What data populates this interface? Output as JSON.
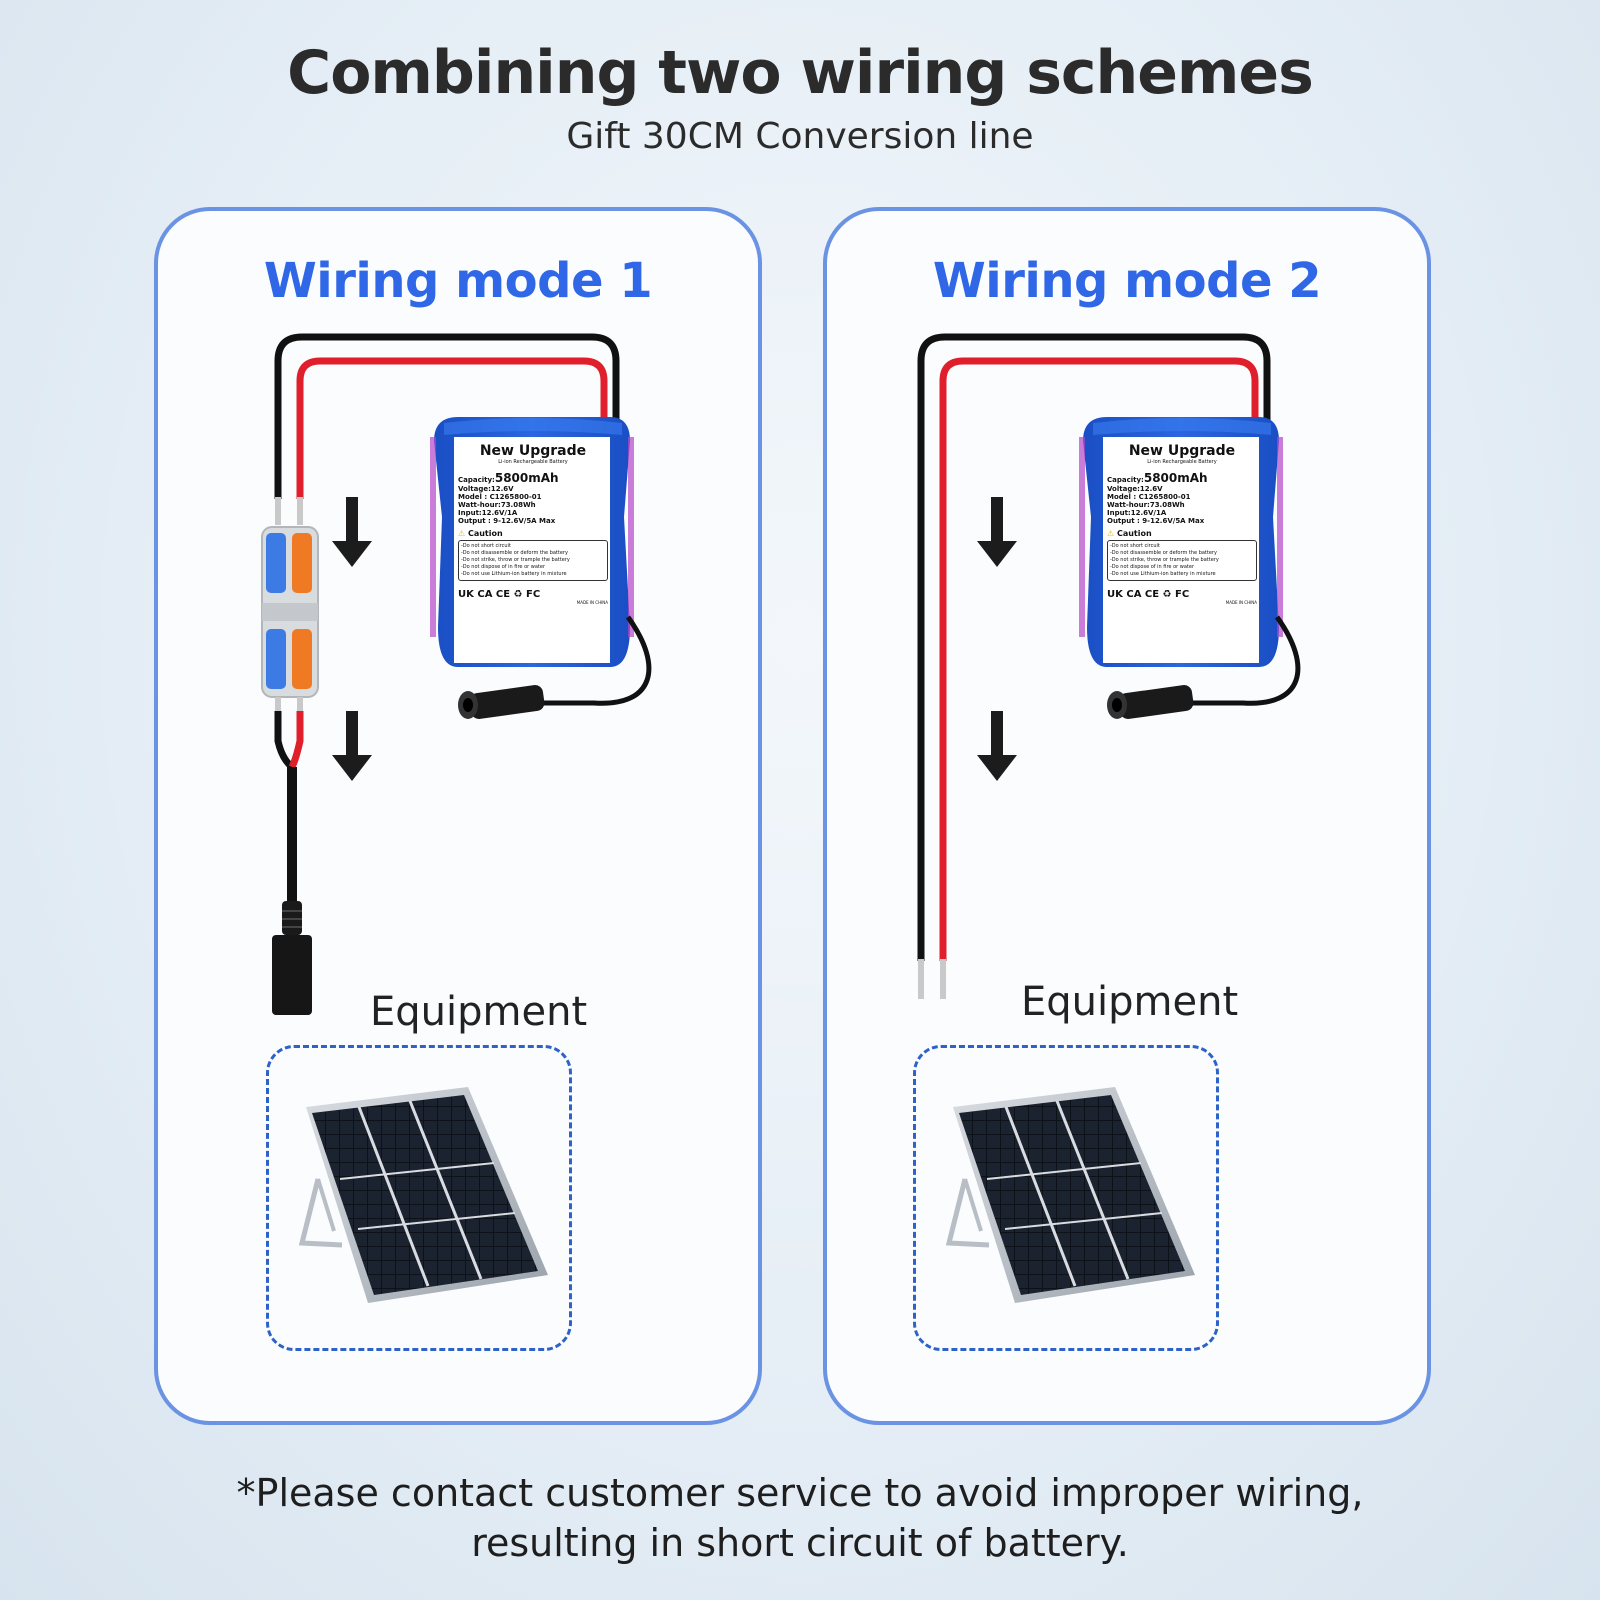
{
  "header": {
    "title": "Combining two wiring schemes",
    "subtitle": "Gift 30CM Conversion line"
  },
  "modes": [
    {
      "title": "Wiring mode 1",
      "equipment_label": "Equipment"
    },
    {
      "title": "Wiring mode 2",
      "equipment_label": "Equipment"
    }
  ],
  "battery": {
    "brand": "New Upgrade",
    "type": "Li-ion Rechargeable Battery",
    "capacity_label": "Capacity:",
    "capacity_value": "5800mAh",
    "voltage": "Voltage:12.6V",
    "model": "Model : C1265800-01",
    "watt_hour": "Watt-hour:73.08Wh",
    "input": "Input:12.6V/1A",
    "output": "Output : 9-12.6V/5A Max",
    "caution": "Caution",
    "warnings": [
      "-Do not short circuit",
      "-Do not disassemble or deform the battery",
      "-Do not strike, throw or trample the battery",
      "-Do not dispose of in fire or water",
      "-Do not use Lithium-ion battery in mixture"
    ],
    "cert_marks": "UK CA  CE  ♻  FC",
    "made_in": "MADE IN CHINA"
  },
  "footnote": {
    "line1": "*Please contact customer service to avoid improper wiring,",
    "line2": "resulting in short circuit of battery."
  },
  "colors": {
    "panel_border": "#6b93e3",
    "mode_title": "#2f67e6",
    "battery_blue": "#1f57d1",
    "wire_red": "#e01f2d",
    "wire_black": "#111111",
    "dashed_border": "#2e62c9"
  }
}
